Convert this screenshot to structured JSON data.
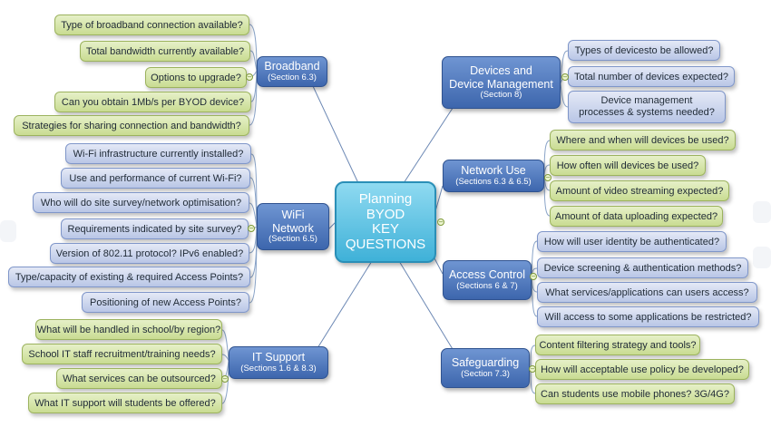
{
  "center": {
    "lines": [
      "Planning",
      "BYOD",
      "KEY",
      "QUESTIONS"
    ]
  },
  "branches": {
    "broadband": {
      "title": "Broadband",
      "subtitle": "(Section 6.3)"
    },
    "wifi": {
      "title_lines": [
        "WiFi",
        "Network"
      ],
      "subtitle": "(Section 6.5)"
    },
    "it_support": {
      "title": "IT Support",
      "subtitle": "(Sections 1.6 & 8.3)"
    },
    "devices": {
      "title_lines": [
        "Devices and",
        "Device Management"
      ],
      "subtitle": "(Section 8)"
    },
    "network_use": {
      "title": "Network Use",
      "subtitle": "(Sections 6.3 & 6.5)"
    },
    "access_control": {
      "title": "Access Control",
      "subtitle": "(Sections 6 & 7)"
    },
    "safeguarding": {
      "title": "Safeguarding",
      "subtitle": "(Section 7.3)"
    }
  },
  "broadband_items": [
    "Type of broadband connection available?",
    "Total bandwidth currently available?",
    "Options to upgrade?",
    "Can you obtain 1Mb/s per BYOD device?",
    "Strategies for sharing connection and bandwidth?"
  ],
  "wifi_items": [
    "Wi-Fi infrastructure currently installed?",
    "Use and performance of current Wi-Fi?",
    "Who will do site survey/network optimisation?",
    "Requirements indicated by site survey?",
    "Version of 802.11 protocol? IPv6 enabled?",
    "Type/capacity of existing & required Access Points?",
    "Positioning of new Access Points?"
  ],
  "it_support_items": [
    "What will be handled in school/by region?",
    "School IT staff recruitment/training needs?",
    "What services can be outsourced?",
    "What IT support will students be offered?"
  ],
  "devices_items": [
    "Types of devicesto be allowed?",
    "Total number of devices expected?",
    [
      "Device management",
      "processes & systems needed?"
    ]
  ],
  "network_use_items": [
    "Where and when will devices be used?",
    "How often will devices be used?",
    "Amount of video streaming expected?",
    "Amount of data uploading expected?"
  ],
  "access_control_items": [
    "How will user identity be authenticated?",
    "Device screening & authentication methods?",
    "What services/applications can users access?",
    "Will access to some applications be restricted?"
  ],
  "safeguarding_items": [
    "Content filtering strategy and tools?",
    "How will acceptable use policy be developed?",
    "Can students use mobile phones? 3G/4G?"
  ],
  "colors": {
    "green": "#c9dc92",
    "blue": "#b9c6e6",
    "branch": "#3d66ad",
    "center": "#3fb1d8",
    "line": "#5f7fae"
  }
}
